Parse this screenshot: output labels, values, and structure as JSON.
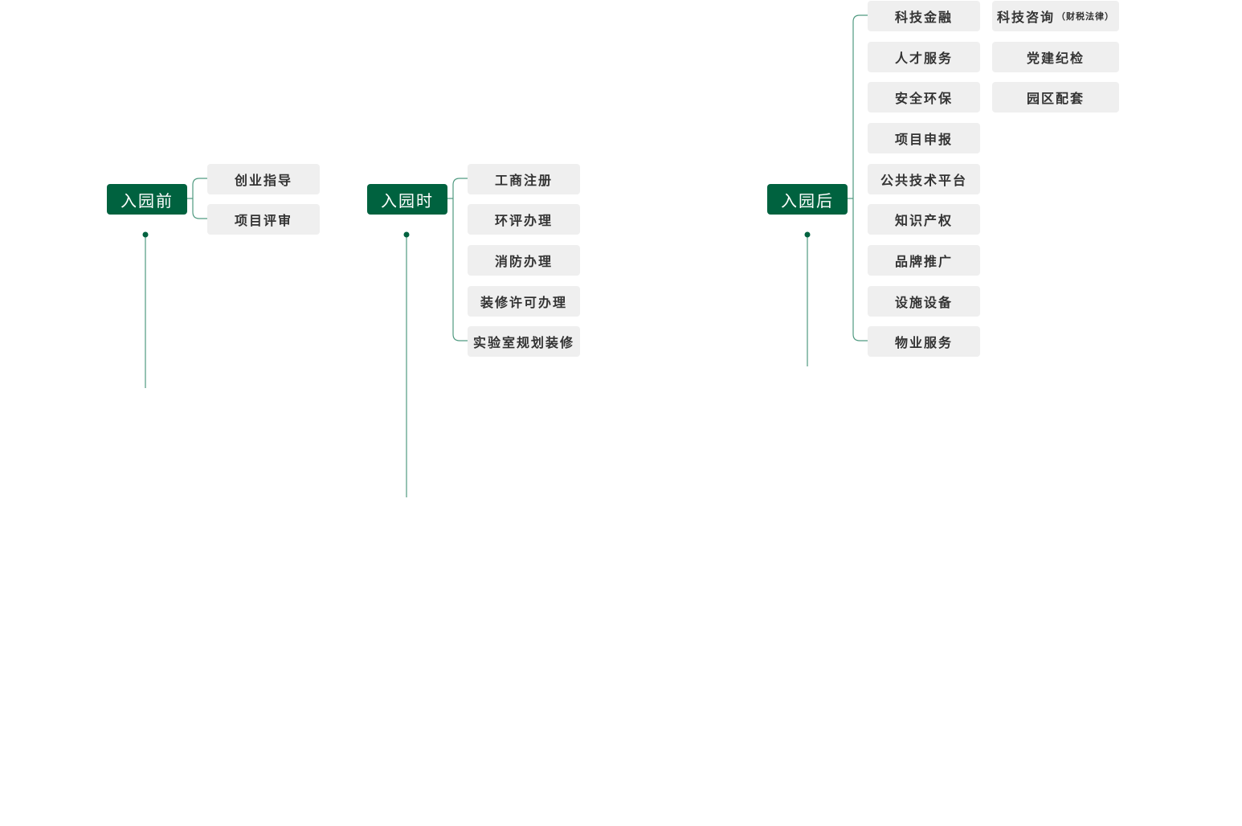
{
  "colors": {
    "stage_bg": "#00623f",
    "stage_text": "#ffffff",
    "service_bg": "#efefef",
    "service_text": "#333333",
    "connector": "#4f9a80"
  },
  "stages": {
    "before": {
      "label": "入园前",
      "services": [
        "创业指导",
        "项目评审"
      ]
    },
    "during": {
      "label": "入园时",
      "services": [
        "工商注册",
        "环评办理",
        "消防办理",
        "装修许可办理",
        "实验室规划装修"
      ]
    },
    "after": {
      "label": "入园后",
      "services": [
        "科技金融",
        "人才服务",
        "安全环保",
        "项目申报",
        "公共技术平台",
        "知识产权",
        "品牌推广",
        "设施设备",
        "物业服务"
      ],
      "services_col2": [
        {
          "label": "科技咨询",
          "note": "财税法律",
          "paren_open": "（",
          "paren_close": "）"
        },
        {
          "label": "党建纪检"
        },
        {
          "label": "园区配套"
        }
      ]
    }
  }
}
